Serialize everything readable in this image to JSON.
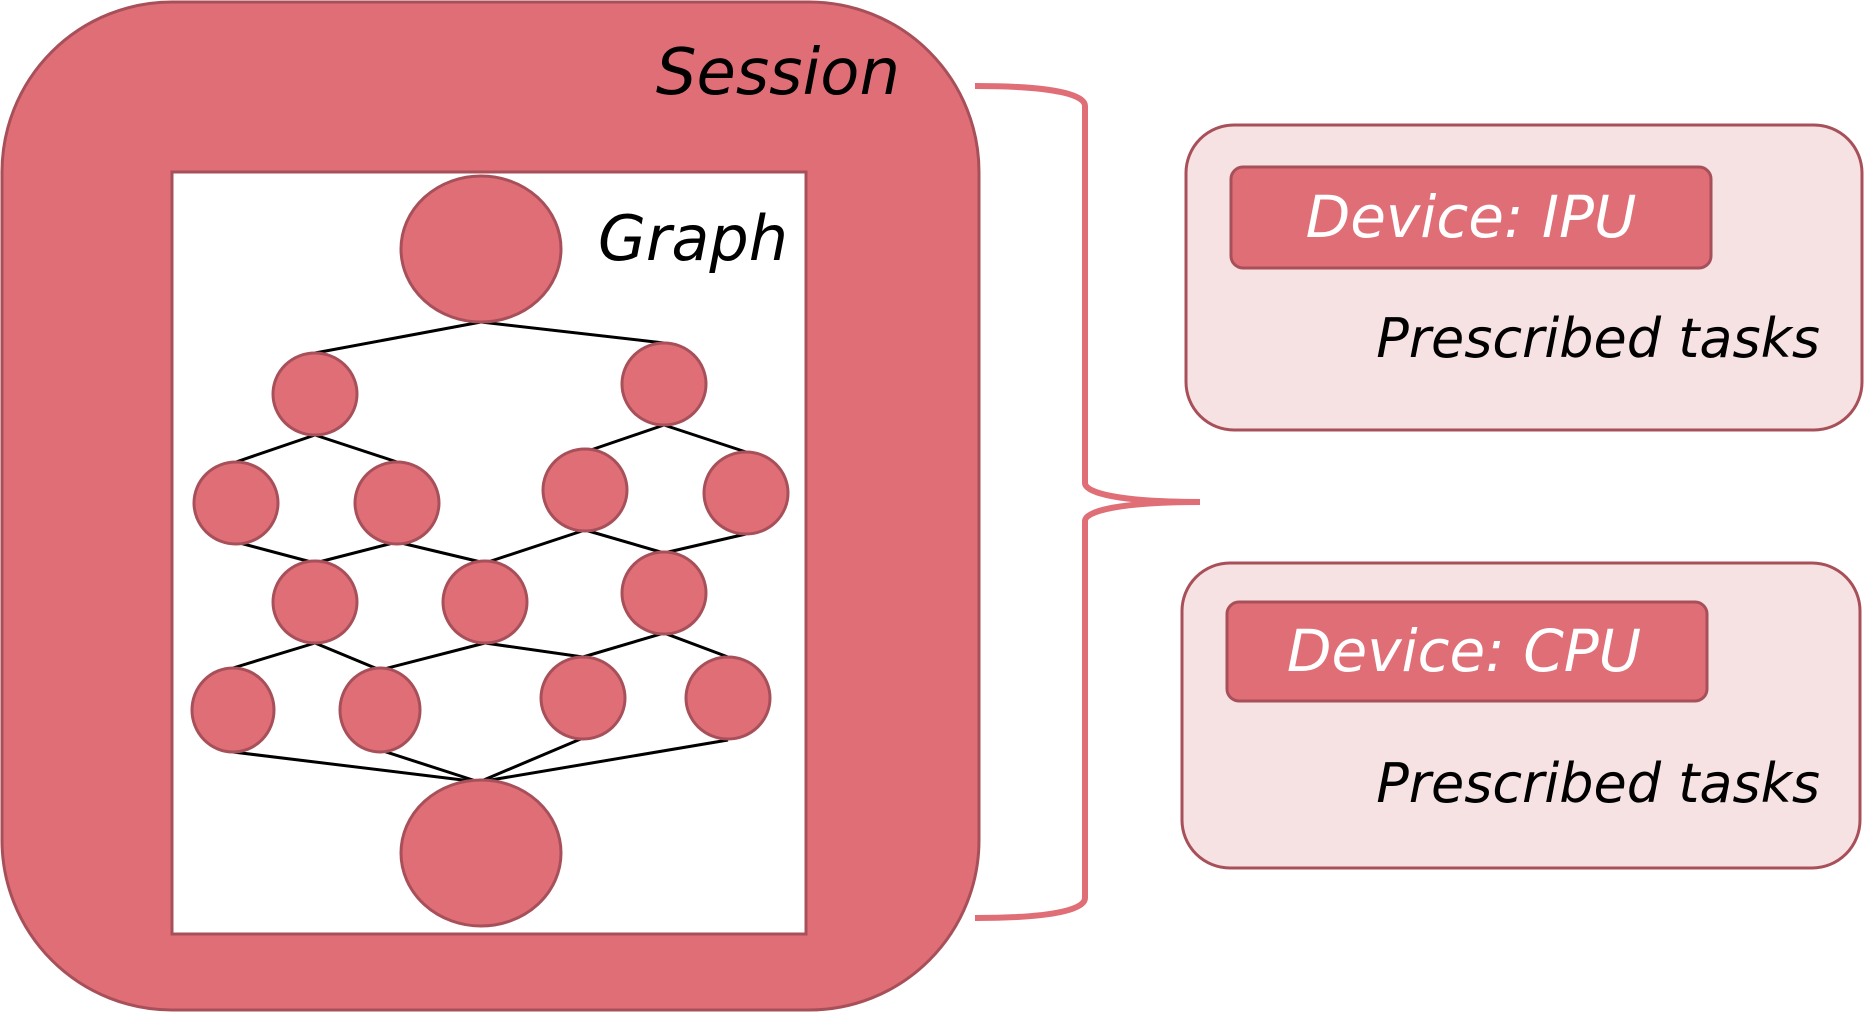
{
  "session": {
    "label": "Session"
  },
  "graph": {
    "label": "Graph"
  },
  "devices": [
    {
      "device_label": "Device: IPU",
      "tasks_label": "Prescribed tasks"
    },
    {
      "device_label": "Device: CPU",
      "tasks_label": "Prescribed tasks"
    }
  ],
  "colors": {
    "primary_fill": "#e06e76",
    "primary_stroke": "#a8505a",
    "light_fill": "#f6e1e3",
    "brace": "#e06e76",
    "edge": "#000000",
    "graph_background": "#ffffff"
  }
}
